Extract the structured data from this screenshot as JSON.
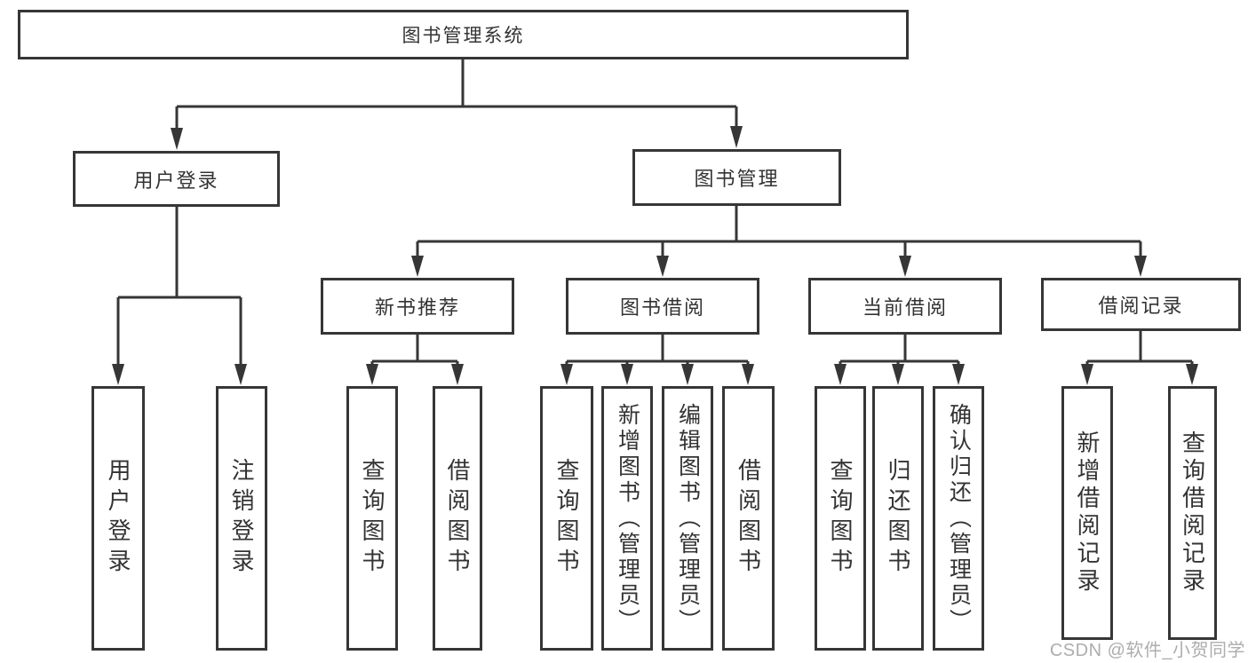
{
  "title": "图书管理系统",
  "colors": {
    "line": "#363636",
    "node_border": "#363636",
    "node_background": "#ffffff",
    "text": "#333333",
    "watermark": "#adadad",
    "page_background": "#ffffff"
  },
  "tree": {
    "label": "图书管理系统",
    "children": [
      {
        "label": "用户登录",
        "children": [
          {
            "label": "用户登录"
          },
          {
            "label": "注销登录"
          }
        ]
      },
      {
        "label": "图书管理",
        "children": [
          {
            "label": "新书推荐",
            "children": [
              {
                "label": "查询图书"
              },
              {
                "label": "借阅图书"
              }
            ]
          },
          {
            "label": "图书借阅",
            "children": [
              {
                "label": "查询图书"
              },
              {
                "label": "新增图书（管理员）"
              },
              {
                "label": "编辑图书（管理员）"
              },
              {
                "label": "借阅图书"
              }
            ]
          },
          {
            "label": "当前借阅",
            "children": [
              {
                "label": "查询图书"
              },
              {
                "label": "归还图书"
              },
              {
                "label": "确认归还（管理员）"
              }
            ]
          },
          {
            "label": "借阅记录",
            "children": [
              {
                "label": "新增借阅记录"
              },
              {
                "label": "查询借阅记录"
              }
            ]
          }
        ]
      }
    ]
  },
  "watermark": {
    "text": "CSDN @软件_小贺同学"
  }
}
